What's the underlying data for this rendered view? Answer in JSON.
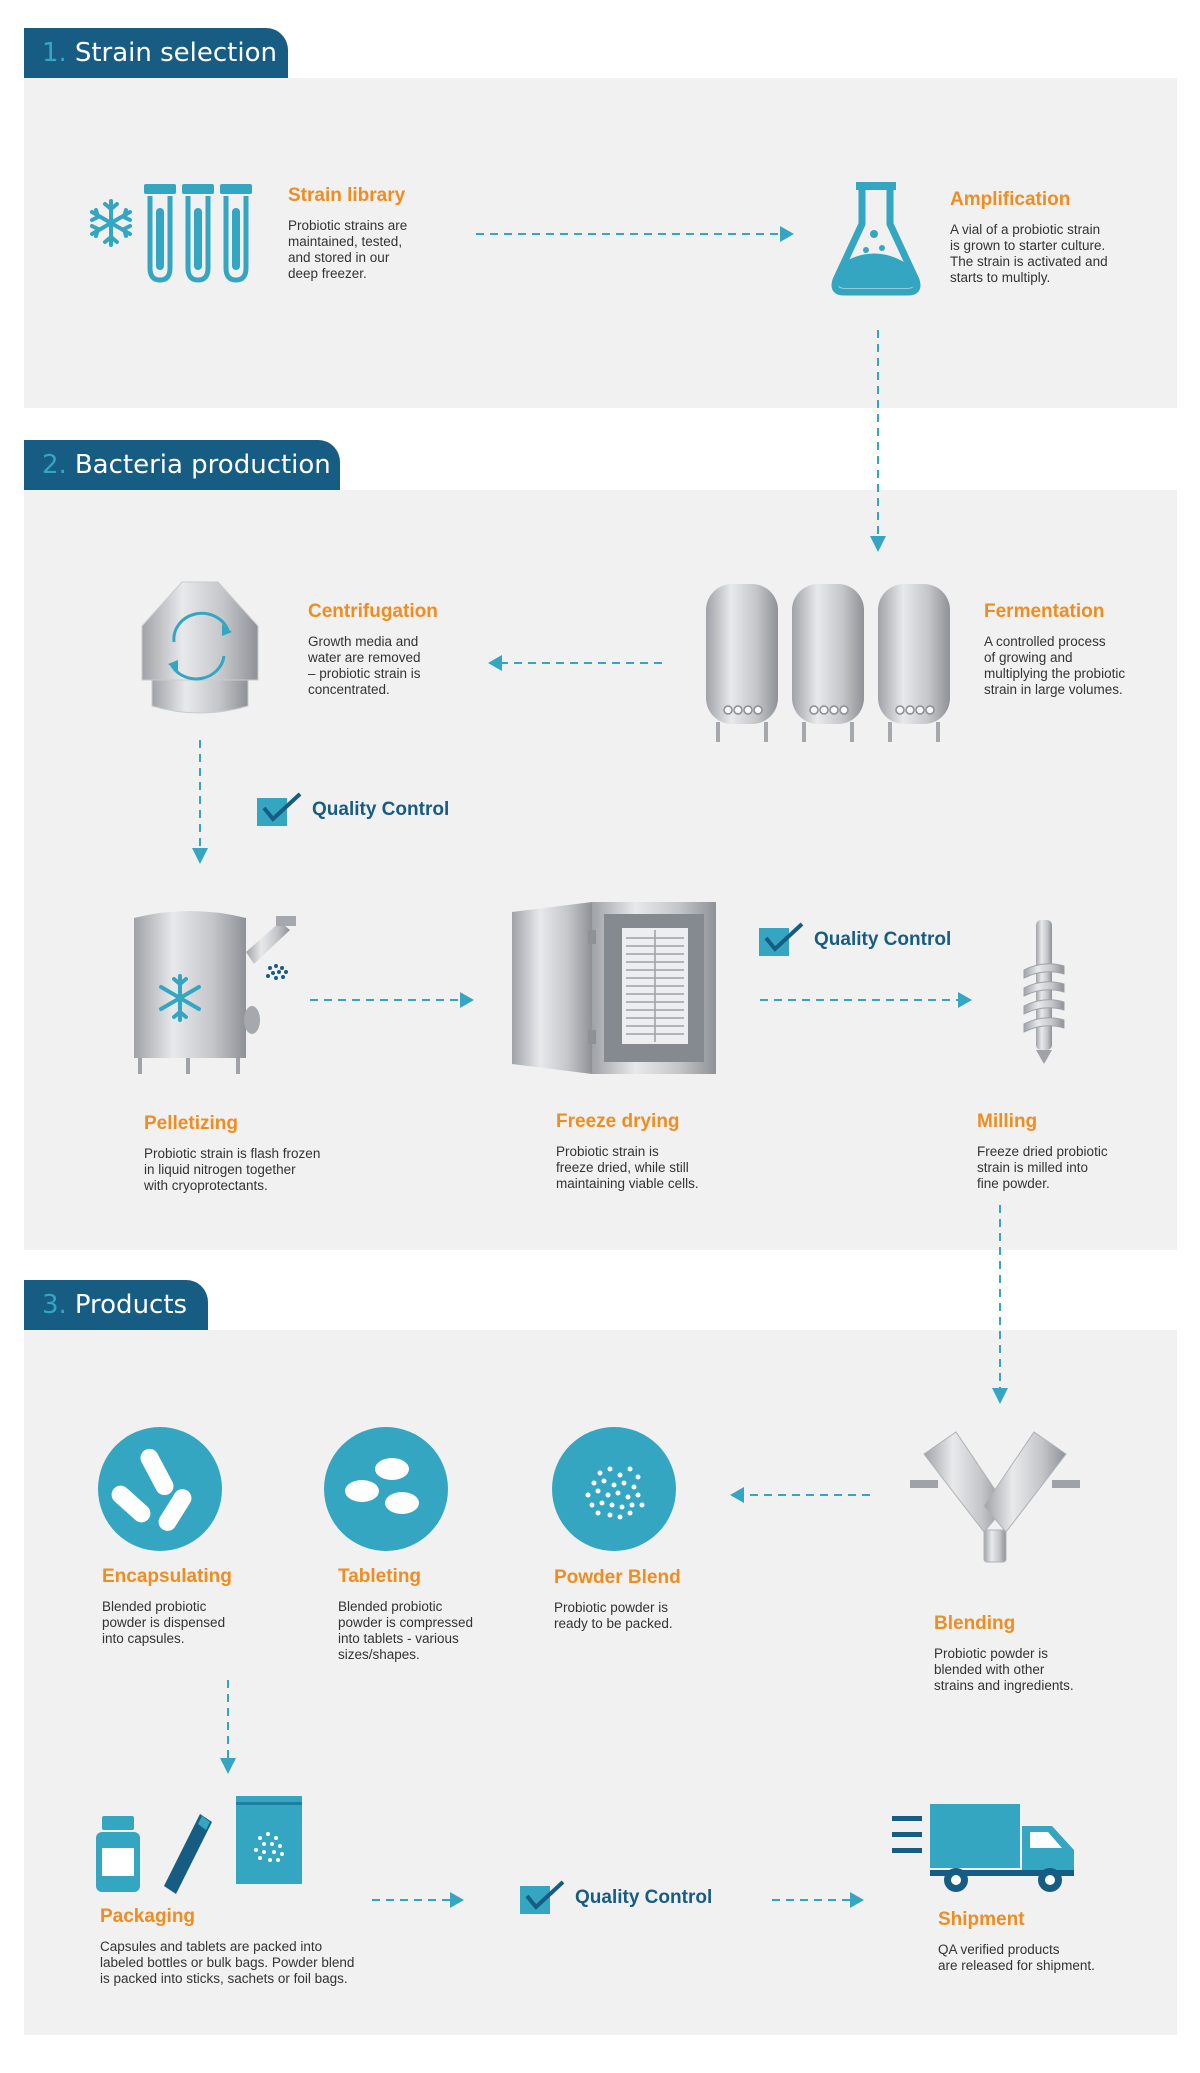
{
  "sections": [
    {
      "number": "1.",
      "title": "Strain selection"
    },
    {
      "number": "2.",
      "title": "Bacteria production"
    },
    {
      "number": "3.",
      "title": "Products"
    }
  ],
  "steps": {
    "strain_library": {
      "title": "Strain library",
      "desc": "Probiotic strains are\nmaintained, tested,\nand stored in our\ndeep freezer."
    },
    "amplification": {
      "title": "Amplification",
      "desc": "A vial of a probiotic strain\nis grown to starter culture.\nThe strain is activated and\nstarts to multiply."
    },
    "centrifugation": {
      "title": "Centrifugation",
      "desc": "Growth media and\nwater are removed\n– probiotic strain is\nconcentrated."
    },
    "fermentation": {
      "title": "Fermentation",
      "desc": "A controlled process\nof growing and\nmultiplying the probiotic\nstrain in large volumes."
    },
    "pelletizing": {
      "title": "Pelletizing",
      "desc": "Probiotic strain is flash frozen\nin liquid nitrogen together\nwith cryoprotectants."
    },
    "freeze_drying": {
      "title": "Freeze drying",
      "desc": "Probiotic strain is\nfreeze dried, while still\nmaintaining viable cells."
    },
    "milling": {
      "title": "Milling",
      "desc": "Freeze dried probiotic\nstrain is milled into\nfine powder."
    },
    "encapsulating": {
      "title": "Encapsulating",
      "desc": "Blended probiotic\npowder is dispensed\ninto capsules."
    },
    "tableting": {
      "title": "Tableting",
      "desc": "Blended probiotic\npowder is compressed\ninto tablets - various\nsizes/shapes."
    },
    "powder_blend": {
      "title": "Powder Blend",
      "desc": "Probiotic powder is\nready to be packed."
    },
    "blending": {
      "title": "Blending",
      "desc": "Probiotic powder is\nblended with other\nstrains and ingredients."
    },
    "packaging": {
      "title": "Packaging",
      "desc": "Capsules and tablets are packed into\nlabeled bottles or bulk bags. Powder blend\nis packed into sticks, sachets or foil bags."
    },
    "shipment": {
      "title": "Shipment",
      "desc": "QA verified products\nare released for shipment."
    }
  },
  "quality_control_label": "Quality Control",
  "icons": [
    "snowflake-icon",
    "test-tubes-icon",
    "flask-icon",
    "centrifuge-icon",
    "fermentation-tanks-icon",
    "pelletizer-icon",
    "freeze-dryer-icon",
    "mill-screw-icon",
    "capsules-icon",
    "tablets-icon",
    "powder-icon",
    "v-blender-icon",
    "bottle-icon",
    "stick-icon",
    "foil-bag-icon",
    "truck-icon",
    "checkbox-icon"
  ],
  "colors": {
    "navy": "#175d83",
    "teal": "#34a6c2",
    "orange": "#ef8d20",
    "panel": "#f1f1f1",
    "steel": "#b8babe"
  }
}
